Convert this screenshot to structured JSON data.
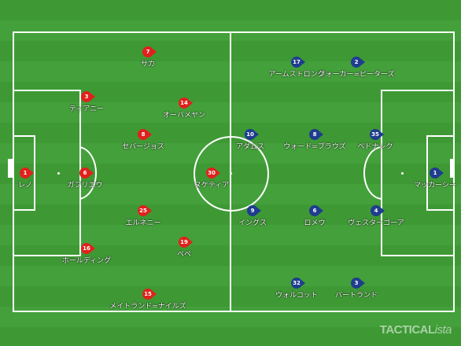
{
  "watermark": {
    "brand_bold": "TACTICAL",
    "brand_italic": "ista"
  },
  "colors": {
    "pitch": "#3f9b36",
    "home": "#e0211c",
    "away": "#1f3d8f",
    "lines": "#ffffff"
  },
  "home_team": {
    "players": [
      {
        "number": "1",
        "name": "レノ"
      },
      {
        "number": "6",
        "name": "ガブリエウ"
      },
      {
        "number": "3",
        "name": "ティアニー"
      },
      {
        "number": "16",
        "name": "ホールディング"
      },
      {
        "number": "7",
        "name": "サカ"
      },
      {
        "number": "8",
        "name": "セバージョス"
      },
      {
        "number": "25",
        "name": "エルネニー"
      },
      {
        "number": "15",
        "name": "メイトランド=ナイルズ"
      },
      {
        "number": "14",
        "name": "オーバメヤン"
      },
      {
        "number": "30",
        "name": "ヌケティア"
      },
      {
        "number": "19",
        "name": "ペペ"
      }
    ]
  },
  "away_team": {
    "players": [
      {
        "number": "1",
        "name": "マッカーシー"
      },
      {
        "number": "35",
        "name": "ベドナレク"
      },
      {
        "number": "4",
        "name": "ヴェスターゴーア"
      },
      {
        "number": "3",
        "name": "バートランド"
      },
      {
        "number": "2",
        "name": "ウォーカー=ピーターズ"
      },
      {
        "number": "8",
        "name": "ウォード=プラウズ"
      },
      {
        "number": "6",
        "name": "ロメウ"
      },
      {
        "number": "32",
        "name": "ウォルコット"
      },
      {
        "number": "17",
        "name": "アームストロング"
      },
      {
        "number": "10",
        "name": "アダムス"
      },
      {
        "number": "9",
        "name": "イングス"
      }
    ]
  }
}
